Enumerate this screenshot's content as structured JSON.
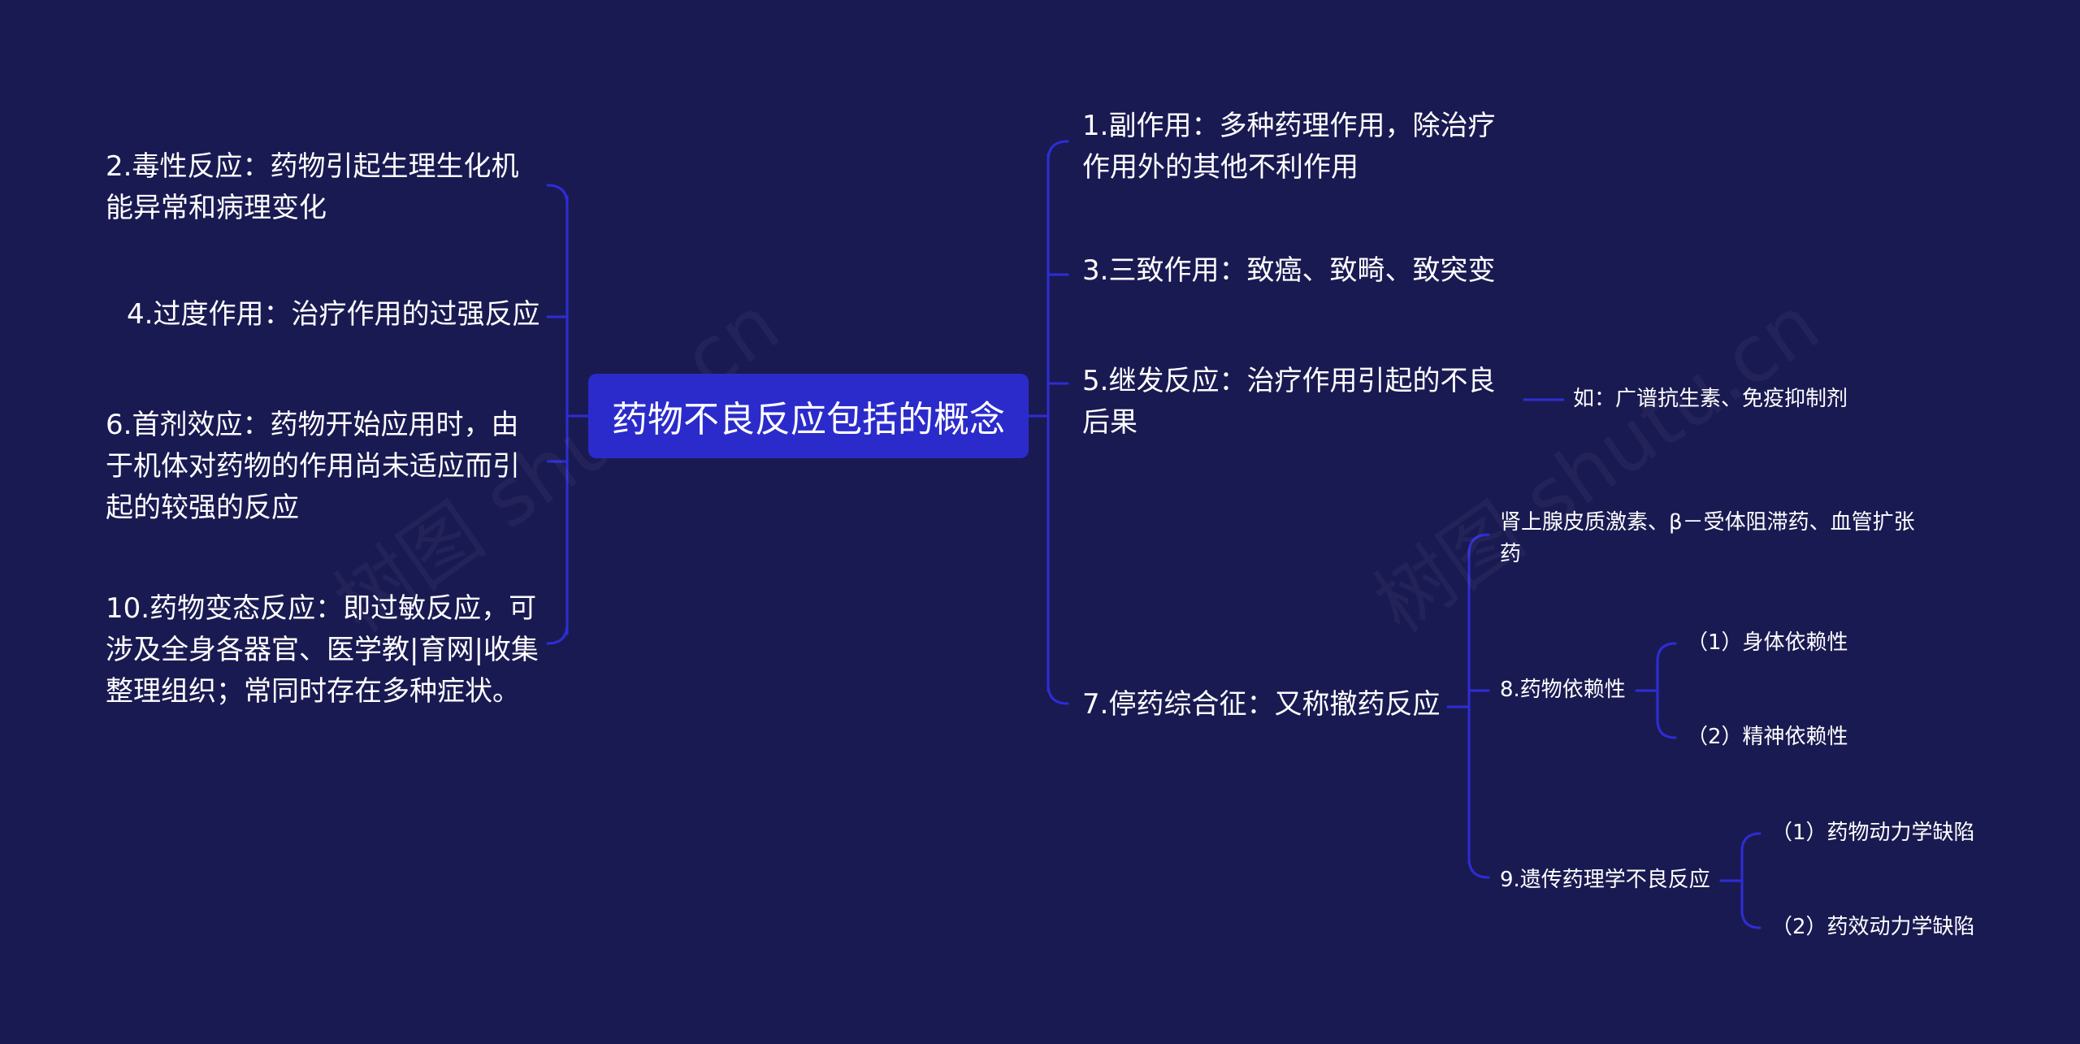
{
  "root": {
    "label": "药物不良反应包括的概念"
  },
  "watermark": "树图 shutu.cn",
  "left": [
    {
      "label": "2.毒性反应：药物引起生理生化机能异常和病理变化"
    },
    {
      "label": "4.过度作用：治疗作用的过强反应"
    },
    {
      "label": "6.首剂效应：药物开始应用时，由于机体对药物的作用尚未适应而引起的较强的反应"
    },
    {
      "label": "10.药物变态反应：即过敏反应，可涉及全身各器官、医学教|育网|收集整理组织；常同时存在多种症状。"
    }
  ],
  "right": [
    {
      "label": "1.副作用：多种药理作用，除治疗作用外的其他不利作用"
    },
    {
      "label": "3.三致作用：致癌、致畸、致突变"
    },
    {
      "label": "5.继发反应：治疗作用引起的不良后果",
      "child": "如：广谱抗生素、免疫抑制剂"
    },
    {
      "label": "7.停药综合征：又称撤药反应",
      "children": [
        {
          "label": "肾上腺皮质激素、β－受体阻滞药、血管扩张药"
        },
        {
          "label": "8.药物依赖性",
          "children": [
            "（1）身体依赖性",
            "（2）精神依赖性"
          ]
        },
        {
          "label": "9.遗传药理学不良反应",
          "children": [
            "（1）药物动力学缺陷",
            "（2）药效动力学缺陷"
          ]
        }
      ]
    }
  ],
  "colors": {
    "background": "#1a1a52",
    "root": "#2b2bcc",
    "line": "#2d2dd6",
    "text": "#ffffff"
  }
}
